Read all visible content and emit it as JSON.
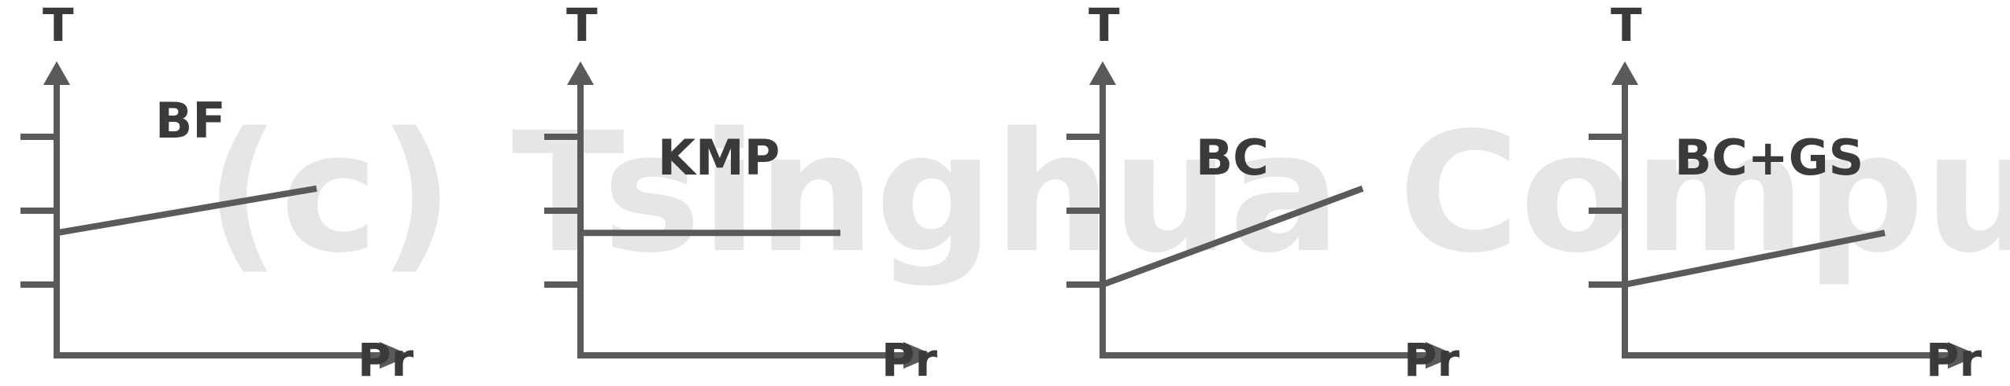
{
  "watermark": "(c) Tsinghua Computer",
  "colors": {
    "axis": "#5a5a5a",
    "line": "#5a5a5a",
    "text": "#3a3a3a",
    "watermark": "#e6e6e6"
  },
  "panels": [
    {
      "id": "bf",
      "y_label": "T",
      "x_label": "Pr",
      "curve_label": "BF",
      "curve": {
        "y_start": 0.35,
        "y_end": 0.65
      }
    },
    {
      "id": "kmp",
      "y_label": "T",
      "x_label": "Pr",
      "curve_label": "KMP",
      "curve": {
        "y_start": 0.35,
        "y_end": 0.35
      }
    },
    {
      "id": "bc",
      "y_label": "T",
      "x_label": "Pr",
      "curve_label": "BC",
      "curve": {
        "y_start": 0.0,
        "y_end": 0.65
      }
    },
    {
      "id": "bcgs",
      "y_label": "T",
      "x_label": "Pr",
      "curve_label": "BC+GS",
      "curve": {
        "y_start": 0.0,
        "y_end": 0.35
      }
    }
  ]
}
